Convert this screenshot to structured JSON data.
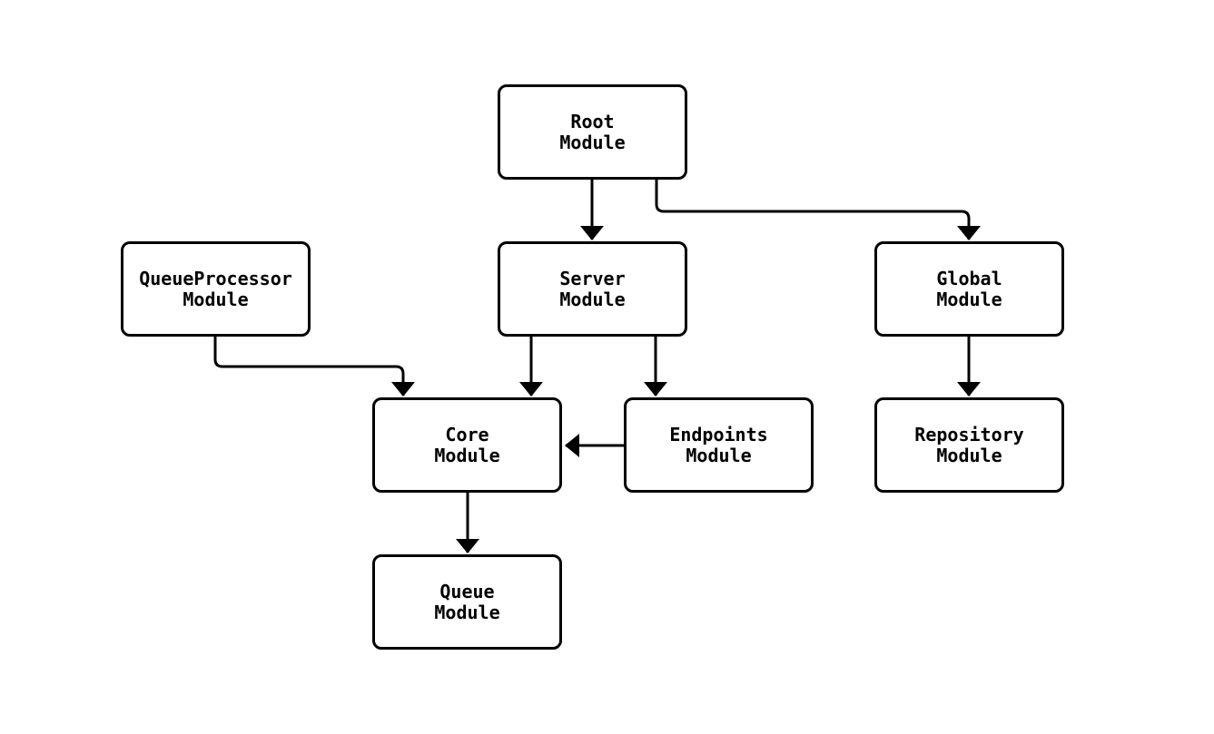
{
  "diagram": {
    "type": "flowchart",
    "background_color": "#ffffff",
    "node_fill_color": "#ffffff",
    "node_border_color": "#000000",
    "edge_color": "#000000",
    "text_color": "#000000",
    "nodes": {
      "root": {
        "label": "Root\nModule"
      },
      "queue_processor": {
        "label": "QueueProcessor\nModule"
      },
      "server": {
        "label": "Server\nModule"
      },
      "global": {
        "label": "Global\nModule"
      },
      "core": {
        "label": "Core\nModule"
      },
      "endpoints": {
        "label": "Endpoints\nModule"
      },
      "repository": {
        "label": "Repository\nModule"
      },
      "queue": {
        "label": "Queue\nModule"
      }
    },
    "edges": [
      {
        "from": "Root Module",
        "to": "Server Module"
      },
      {
        "from": "Root Module",
        "to": "Global Module"
      },
      {
        "from": "QueueProcessor Module",
        "to": "Core Module"
      },
      {
        "from": "Server Module",
        "to": "Core Module"
      },
      {
        "from": "Server Module",
        "to": "Endpoints Module"
      },
      {
        "from": "Global Module",
        "to": "Repository Module"
      },
      {
        "from": "Endpoints Module",
        "to": "Core Module"
      },
      {
        "from": "Core Module",
        "to": "Queue Module"
      }
    ]
  }
}
